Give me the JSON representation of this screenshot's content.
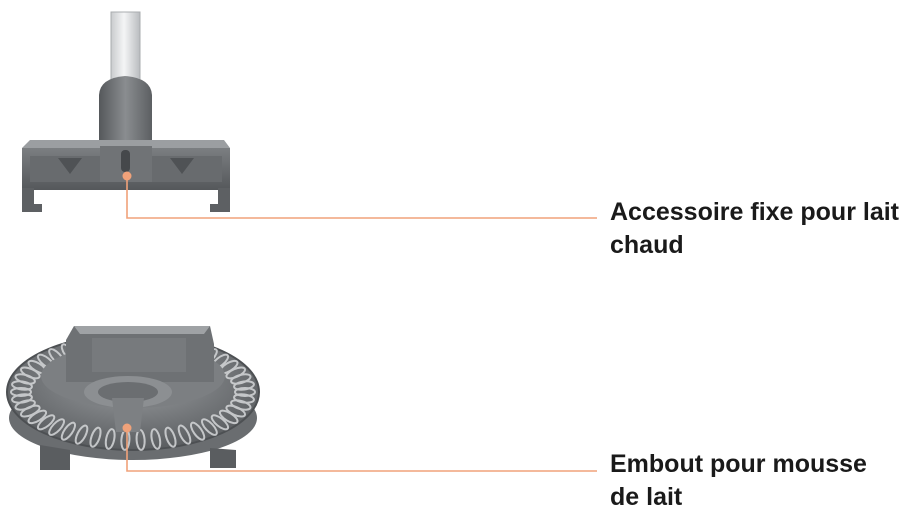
{
  "callouts": [
    {
      "line1": "Accessoire fixe pour lait",
      "line2": "chaud",
      "part_icon": "hot-milk-fixed-attachment-icon"
    },
    {
      "line1": "Embout pour mousse",
      "line2": "de lait",
      "part_icon": "milk-froth-tip-icon"
    }
  ],
  "colors": {
    "leader_line": "#f0a27a",
    "leader_dot": "#f0a27a",
    "part_gray": "#6f7275",
    "tube": "#ecedee",
    "text": "#1a1a1a"
  }
}
